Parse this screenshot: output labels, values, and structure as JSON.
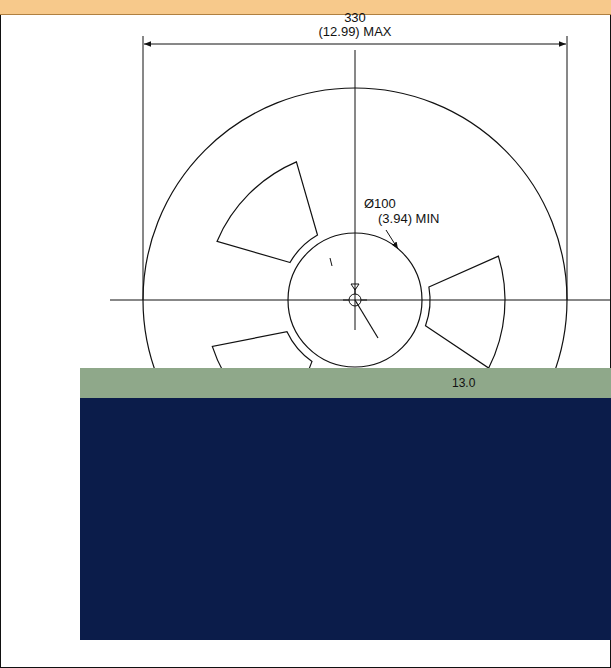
{
  "diagram": {
    "labels": [
      "330",
      "(12.99) MAX",
      "Ø100",
      "(3.94) MIN",
      "13.0"
    ]
  }
}
